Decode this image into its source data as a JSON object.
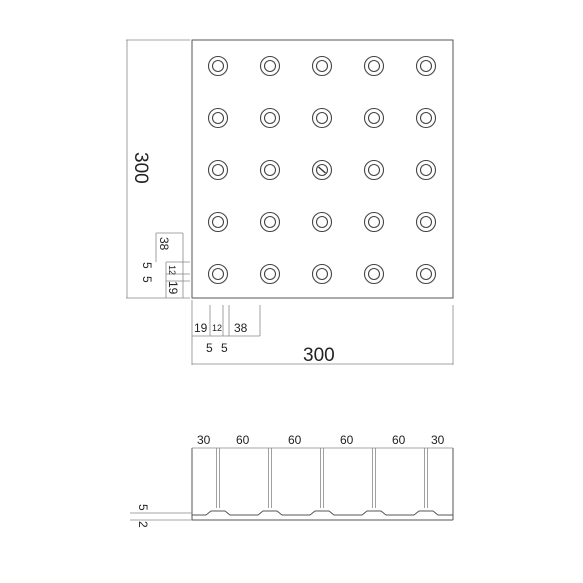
{
  "plan": {
    "width_label": "300",
    "height_label": "300",
    "grid": {
      "rows": 5,
      "cols": 5
    },
    "center_marker": "center-mark-icon",
    "bottom_detail": [
      "19",
      "12",
      "38"
    ],
    "bottom_offsets": [
      "5",
      "5"
    ],
    "left_detail": [
      "38",
      "12",
      "19"
    ],
    "left_offsets": [
      "5",
      "5"
    ]
  },
  "section": {
    "spacing_labels": [
      "30",
      "60",
      "60",
      "60",
      "60",
      "30"
    ],
    "thickness_labels": [
      "5",
      "2"
    ]
  }
}
